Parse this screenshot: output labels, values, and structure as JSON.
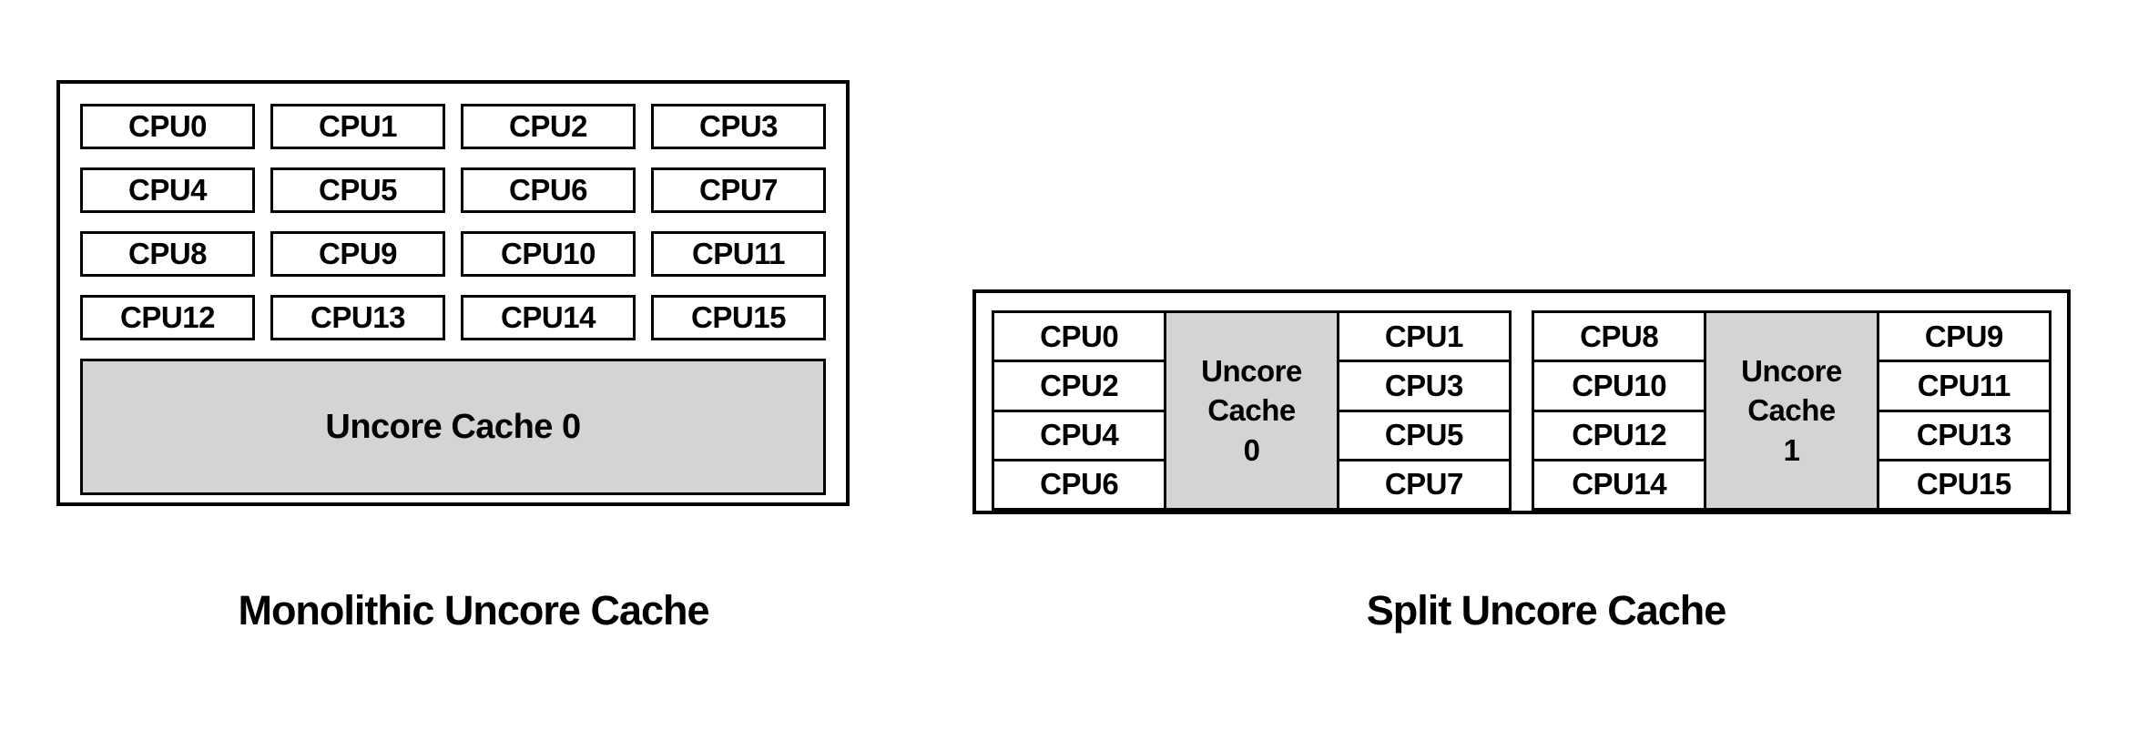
{
  "monolithic": {
    "caption": "Monolithic Uncore Cache",
    "cpus": [
      "CPU0",
      "CPU1",
      "CPU2",
      "CPU3",
      "CPU4",
      "CPU5",
      "CPU6",
      "CPU7",
      "CPU8",
      "CPU9",
      "CPU10",
      "CPU11",
      "CPU12",
      "CPU13",
      "CPU14",
      "CPU15"
    ],
    "cache_label": "Uncore Cache 0"
  },
  "split": {
    "caption": "Split Uncore Cache",
    "clusters": [
      {
        "left_cpus": [
          "CPU0",
          "CPU2",
          "CPU4",
          "CPU6"
        ],
        "right_cpus": [
          "CPU1",
          "CPU3",
          "CPU5",
          "CPU7"
        ],
        "cache_lines": [
          "Uncore",
          "Cache",
          "0"
        ]
      },
      {
        "left_cpus": [
          "CPU8",
          "CPU10",
          "CPU12",
          "CPU14"
        ],
        "right_cpus": [
          "CPU9",
          "CPU11",
          "CPU13",
          "CPU15"
        ],
        "cache_lines": [
          "Uncore",
          "Cache",
          "1"
        ]
      }
    ]
  },
  "colors": {
    "background": "#ffffff",
    "border": "#000000",
    "cache_fill": "#d4d4d4",
    "text": "#000000"
  }
}
